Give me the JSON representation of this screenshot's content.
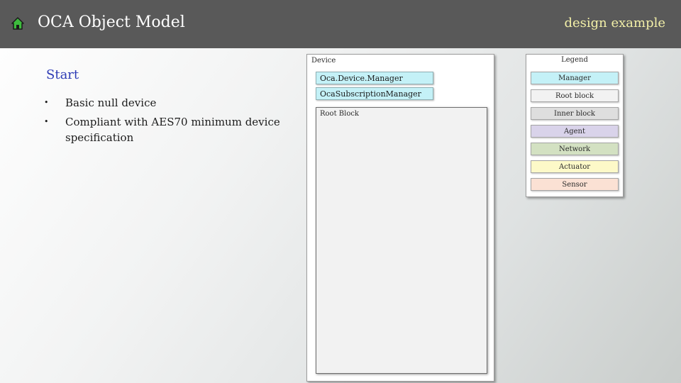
{
  "header": {
    "title": "OCA Object Model",
    "corner_label": "design example"
  },
  "content": {
    "section_title": "Start",
    "bullets": [
      "Basic null device",
      "Compliant with AES70 minimum device specification"
    ]
  },
  "device_panel": {
    "label": "Device",
    "managers": [
      "Oca.Device.Manager",
      "OcaSubscriptionManager"
    ],
    "root_block_label": "Root Block"
  },
  "legend": {
    "title": "Legend",
    "items": [
      {
        "label": "Manager",
        "color": "#c4f1f7"
      },
      {
        "label": "Root block",
        "color": "#f2f2f2"
      },
      {
        "label": "Inner block",
        "color": "#dedede"
      },
      {
        "label": "Agent",
        "color": "#d9d3ea"
      },
      {
        "label": "Network",
        "color": "#d3e1c2"
      },
      {
        "label": "Actuator",
        "color": "#fdf9c8"
      },
      {
        "label": "Sensor",
        "color": "#fbe1d4"
      }
    ]
  },
  "colors": {
    "header_bg": "#595959",
    "title_text": "#ffffff",
    "corner_text": "#f3f0a8",
    "section_title": "#2d3bb5",
    "home_icon": "#3dbb3d"
  },
  "icons": {
    "home": "home-icon"
  }
}
